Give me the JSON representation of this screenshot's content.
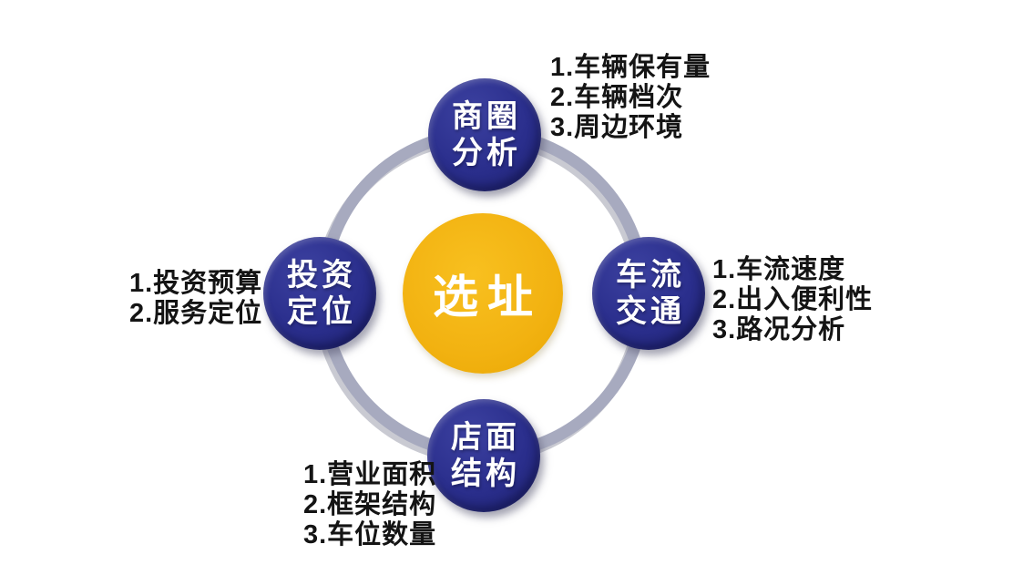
{
  "center": {
    "label": "选址"
  },
  "nodes": [
    {
      "name": "business-district-analysis",
      "line1": "商圈",
      "line2": "分析",
      "items": [
        "1.车辆保有量",
        "2.车辆档次",
        "3.周边环境"
      ]
    },
    {
      "name": "traffic-flow",
      "line1": "车流",
      "line2": "交通",
      "items": [
        "1.车流速度",
        "2.出入便利性",
        "3.路况分析"
      ]
    },
    {
      "name": "store-structure",
      "line1": "店面",
      "line2": "结构",
      "items": [
        "1.营业面积",
        "2.框架结构",
        "3.车位数量"
      ]
    },
    {
      "name": "investment-positioning",
      "line1": "投资",
      "line2": "定位",
      "items": [
        "1.投资预算",
        "2.服务定位"
      ]
    }
  ],
  "colors": {
    "node_blue": "#2a2e8c",
    "center_yellow": "#f2b211",
    "ring_gray": "#a7aabf",
    "text_black": "#141414",
    "label_white": "#ffffff"
  }
}
